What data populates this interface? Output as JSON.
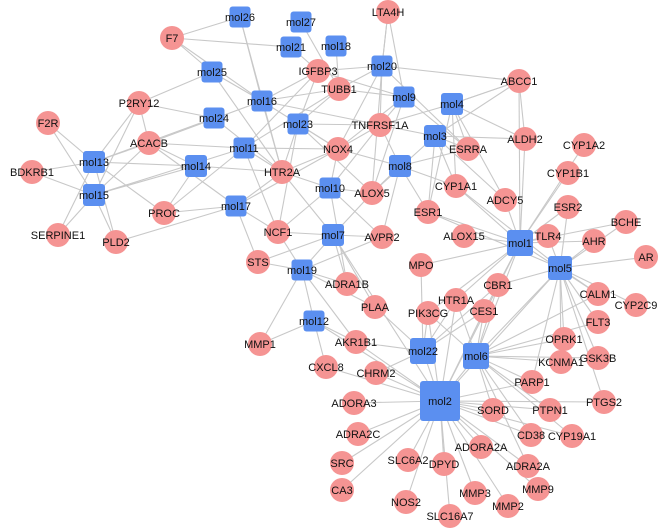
{
  "colors": {
    "mol": "#5b8ff0",
    "gene": "#f59493",
    "edge": "#c8c8c8",
    "text": "#111111"
  },
  "network": {
    "mol_nodes": [
      "mol1",
      "mol2",
      "mol3",
      "mol4",
      "mol5",
      "mol6",
      "mol7",
      "mol8",
      "mol9",
      "mol10",
      "mol11",
      "mol12",
      "mol13",
      "mol14",
      "mol15",
      "mol16",
      "mol17",
      "mol18",
      "mol19",
      "mol20",
      "mol21",
      "mol22",
      "mol23",
      "mol24",
      "mol25",
      "mol26",
      "mol27"
    ],
    "gene_nodes": [
      "F7",
      "LTA4H",
      "ABCC1",
      "IGFBP3",
      "TUBB1",
      "P2RY12",
      "F2R",
      "ACACB",
      "NOX4",
      "TNFRSF1A",
      "ALDH2",
      "CYP1A2",
      "ESRRA",
      "HTR2A",
      "CYP1B1",
      "BDKRB1",
      "CYP1A1",
      "ESR2",
      "ALOX5",
      "ADCY5",
      "ESR1",
      "TLR4",
      "BCHE",
      "PROC",
      "SERPINE1",
      "PLD2",
      "NCF1",
      "AHR",
      "AR",
      "AVPR2",
      "ALOX15",
      "STS",
      "MPO",
      "CBR1",
      "CALM1",
      "CYP2C9",
      "ADRA1B",
      "HTR1A",
      "PLAA",
      "PIK3CG",
      "CES1",
      "FLT3",
      "MMP1",
      "OPRK1",
      "GSK3B",
      "AKR1B1",
      "KCNMA1",
      "CXCL8",
      "CHRM2",
      "PARP1",
      "PTGS2",
      "ADORA3",
      "SORD",
      "PTPN1",
      "CD38",
      "CYP19A1",
      "ADRA2C",
      "ADORA2A",
      "SRC",
      "SLC6A2",
      "DPYD",
      "ADRA2A",
      "MMP9",
      "CA3",
      "MMP3",
      "NOS2",
      "MMP2",
      "SLC16A7"
    ]
  }
}
